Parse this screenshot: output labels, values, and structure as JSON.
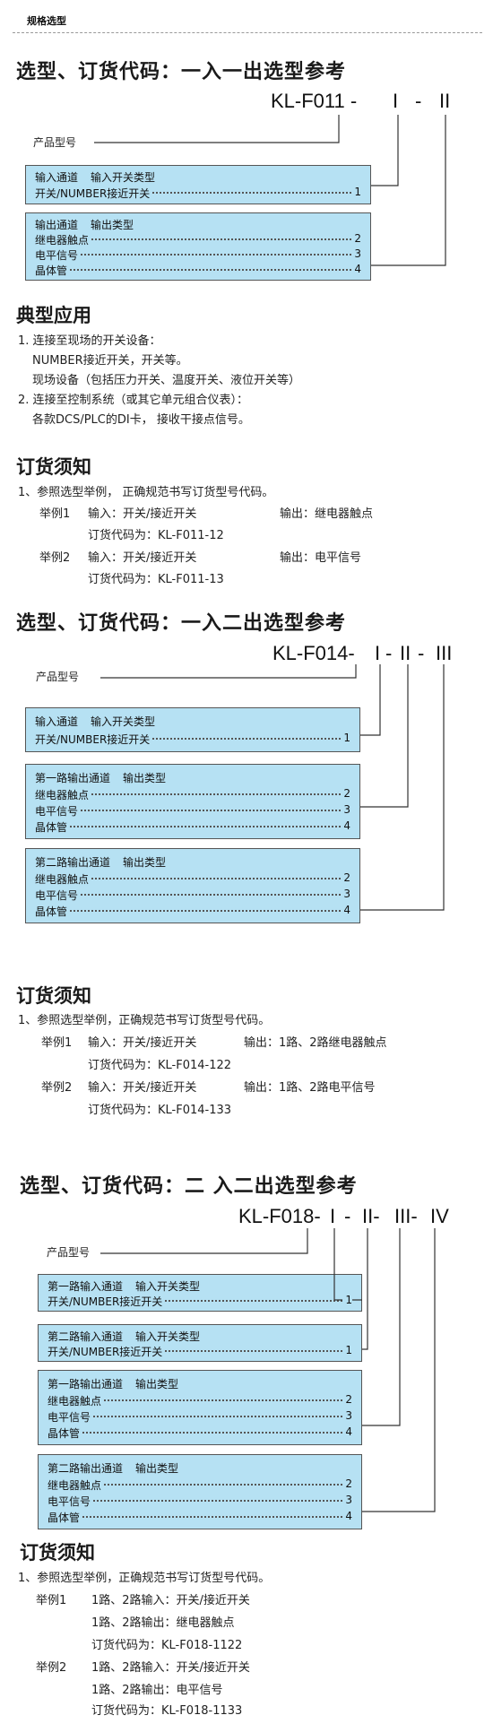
{
  "header": {
    "title": "规格选型"
  },
  "s1": {
    "title": "选型、订货代码：一入一出选型参考",
    "code_prefix": "KL-F011 -",
    "seg1": "I",
    "dash1": "-",
    "seg2": "II",
    "product_label": "产品型号",
    "box1": {
      "head_a": "输入通道",
      "head_b": "输入开关类型",
      "rows": [
        {
          "label": "开关/NUMBER接近开关",
          "num": "1"
        }
      ]
    },
    "box2": {
      "head_a": "输出通道",
      "head_b": "输出类型",
      "rows": [
        {
          "label": "继电器触点",
          "num": "2"
        },
        {
          "label": "电平信号",
          "num": "3"
        },
        {
          "label": "晶体管",
          "num": "4"
        }
      ]
    }
  },
  "typical": {
    "title": "典型应用",
    "lines": [
      "1. 连接至现场的开关设备：",
      "NUMBER接近开关，开关等。",
      "现场设备（包括压力开关、温度开关、液位开关等）",
      "2. 连接至控制系统（或其它单元组合仪表）：",
      "各款DCS/PLC的DI卡， 接收干接点信号。"
    ]
  },
  "order1": {
    "title": "订货须知",
    "intro": "1、参照选型举例， 正确规范书写订货型号代码。",
    "ex1_label": "举例1",
    "ex1_in": "输入：开关/接近开关",
    "ex1_out": "输出：继电器触点",
    "ex1_code": "订货代码为：KL-F011-12",
    "ex2_label": "举例2",
    "ex2_in": "输入：开关/接近开关",
    "ex2_out": "输出：电平信号",
    "ex2_code": "订货代码为：KL-F011-13"
  },
  "s2": {
    "title": "选型、订货代码：一入二出选型参考",
    "code_prefix": "KL-F014-",
    "seg1": "I",
    "dash1": "-",
    "seg2": "II",
    "dash2": "-",
    "seg3": "III",
    "product_label": "产品型号",
    "box1": {
      "head_a": "输入通道",
      "head_b": "输入开关类型",
      "rows": [
        {
          "label": "开关/NUMBER接近开关",
          "num": "1"
        }
      ]
    },
    "box2": {
      "head_a": "第一路输出通道",
      "head_b": "输出类型",
      "rows": [
        {
          "label": "继电器触点",
          "num": "2"
        },
        {
          "label": "电平信号",
          "num": "3"
        },
        {
          "label": "晶体管",
          "num": "4"
        }
      ]
    },
    "box3": {
      "head_a": "第二路输出通道",
      "head_b": "输出类型",
      "rows": [
        {
          "label": "继电器触点",
          "num": "2"
        },
        {
          "label": "电平信号",
          "num": "3"
        },
        {
          "label": "晶体管",
          "num": "4"
        }
      ]
    }
  },
  "order2": {
    "title": "订货须知",
    "intro": "1、参照选型举例，正确规范书写订货型号代码。",
    "ex1_label": "举例1",
    "ex1_in": "输入：开关/接近开关",
    "ex1_out": "输出：1路、2路继电器触点",
    "ex1_code": "订货代码为：KL-F014-122",
    "ex2_label": "举例2",
    "ex2_in": "输入：开关/接近开关",
    "ex2_out": "输出：1路、2路电平信号",
    "ex2_code": "订货代码为：KL-F014-133"
  },
  "s3": {
    "title": "选型、订货代码：二 入二出选型参考",
    "code_prefix": "KL-F018-",
    "seg1": "I",
    "dash1": "-",
    "seg2": "II-",
    "seg3": "III-",
    "seg4": "IV",
    "product_label": "产品型号",
    "box1": {
      "head_a": "第一路输入通道",
      "head_b": "输入开关类型",
      "rows": [
        {
          "label": "开关/NUMBER接近开关",
          "num": "1"
        }
      ]
    },
    "box2": {
      "head_a": "第二路输入通道",
      "head_b": "输入开关类型",
      "rows": [
        {
          "label": "开关/NUMBER接近开关",
          "num": "1"
        }
      ]
    },
    "box3": {
      "head_a": "第一路输出通道",
      "head_b": "输出类型",
      "rows": [
        {
          "label": "继电器触点",
          "num": "2"
        },
        {
          "label": "电平信号",
          "num": "3"
        },
        {
          "label": "晶体管",
          "num": "4"
        }
      ]
    },
    "box4": {
      "head_a": "第二路输出通道",
      "head_b": "输出类型",
      "rows": [
        {
          "label": "继电器触点",
          "num": "2"
        },
        {
          "label": "电平信号",
          "num": "3"
        },
        {
          "label": "晶体管",
          "num": "4"
        }
      ]
    }
  },
  "order3": {
    "title": "订货须知",
    "intro": "1、参照选型举例，正确规范书写订货型号代码。",
    "ex1_label": "举例1",
    "ex1_in": "1路、2路输入：开关/接近开关",
    "ex1_out": "1路、2路输出：继电器触点",
    "ex1_code": "订货代码为：KL-F018-1122",
    "ex2_label": "举例2",
    "ex2_in": "1路、2路输入：开关/接近开关",
    "ex2_out": "1路、2路输出：电平信号",
    "ex2_code": "订货代码为：KL-F018-1133"
  }
}
